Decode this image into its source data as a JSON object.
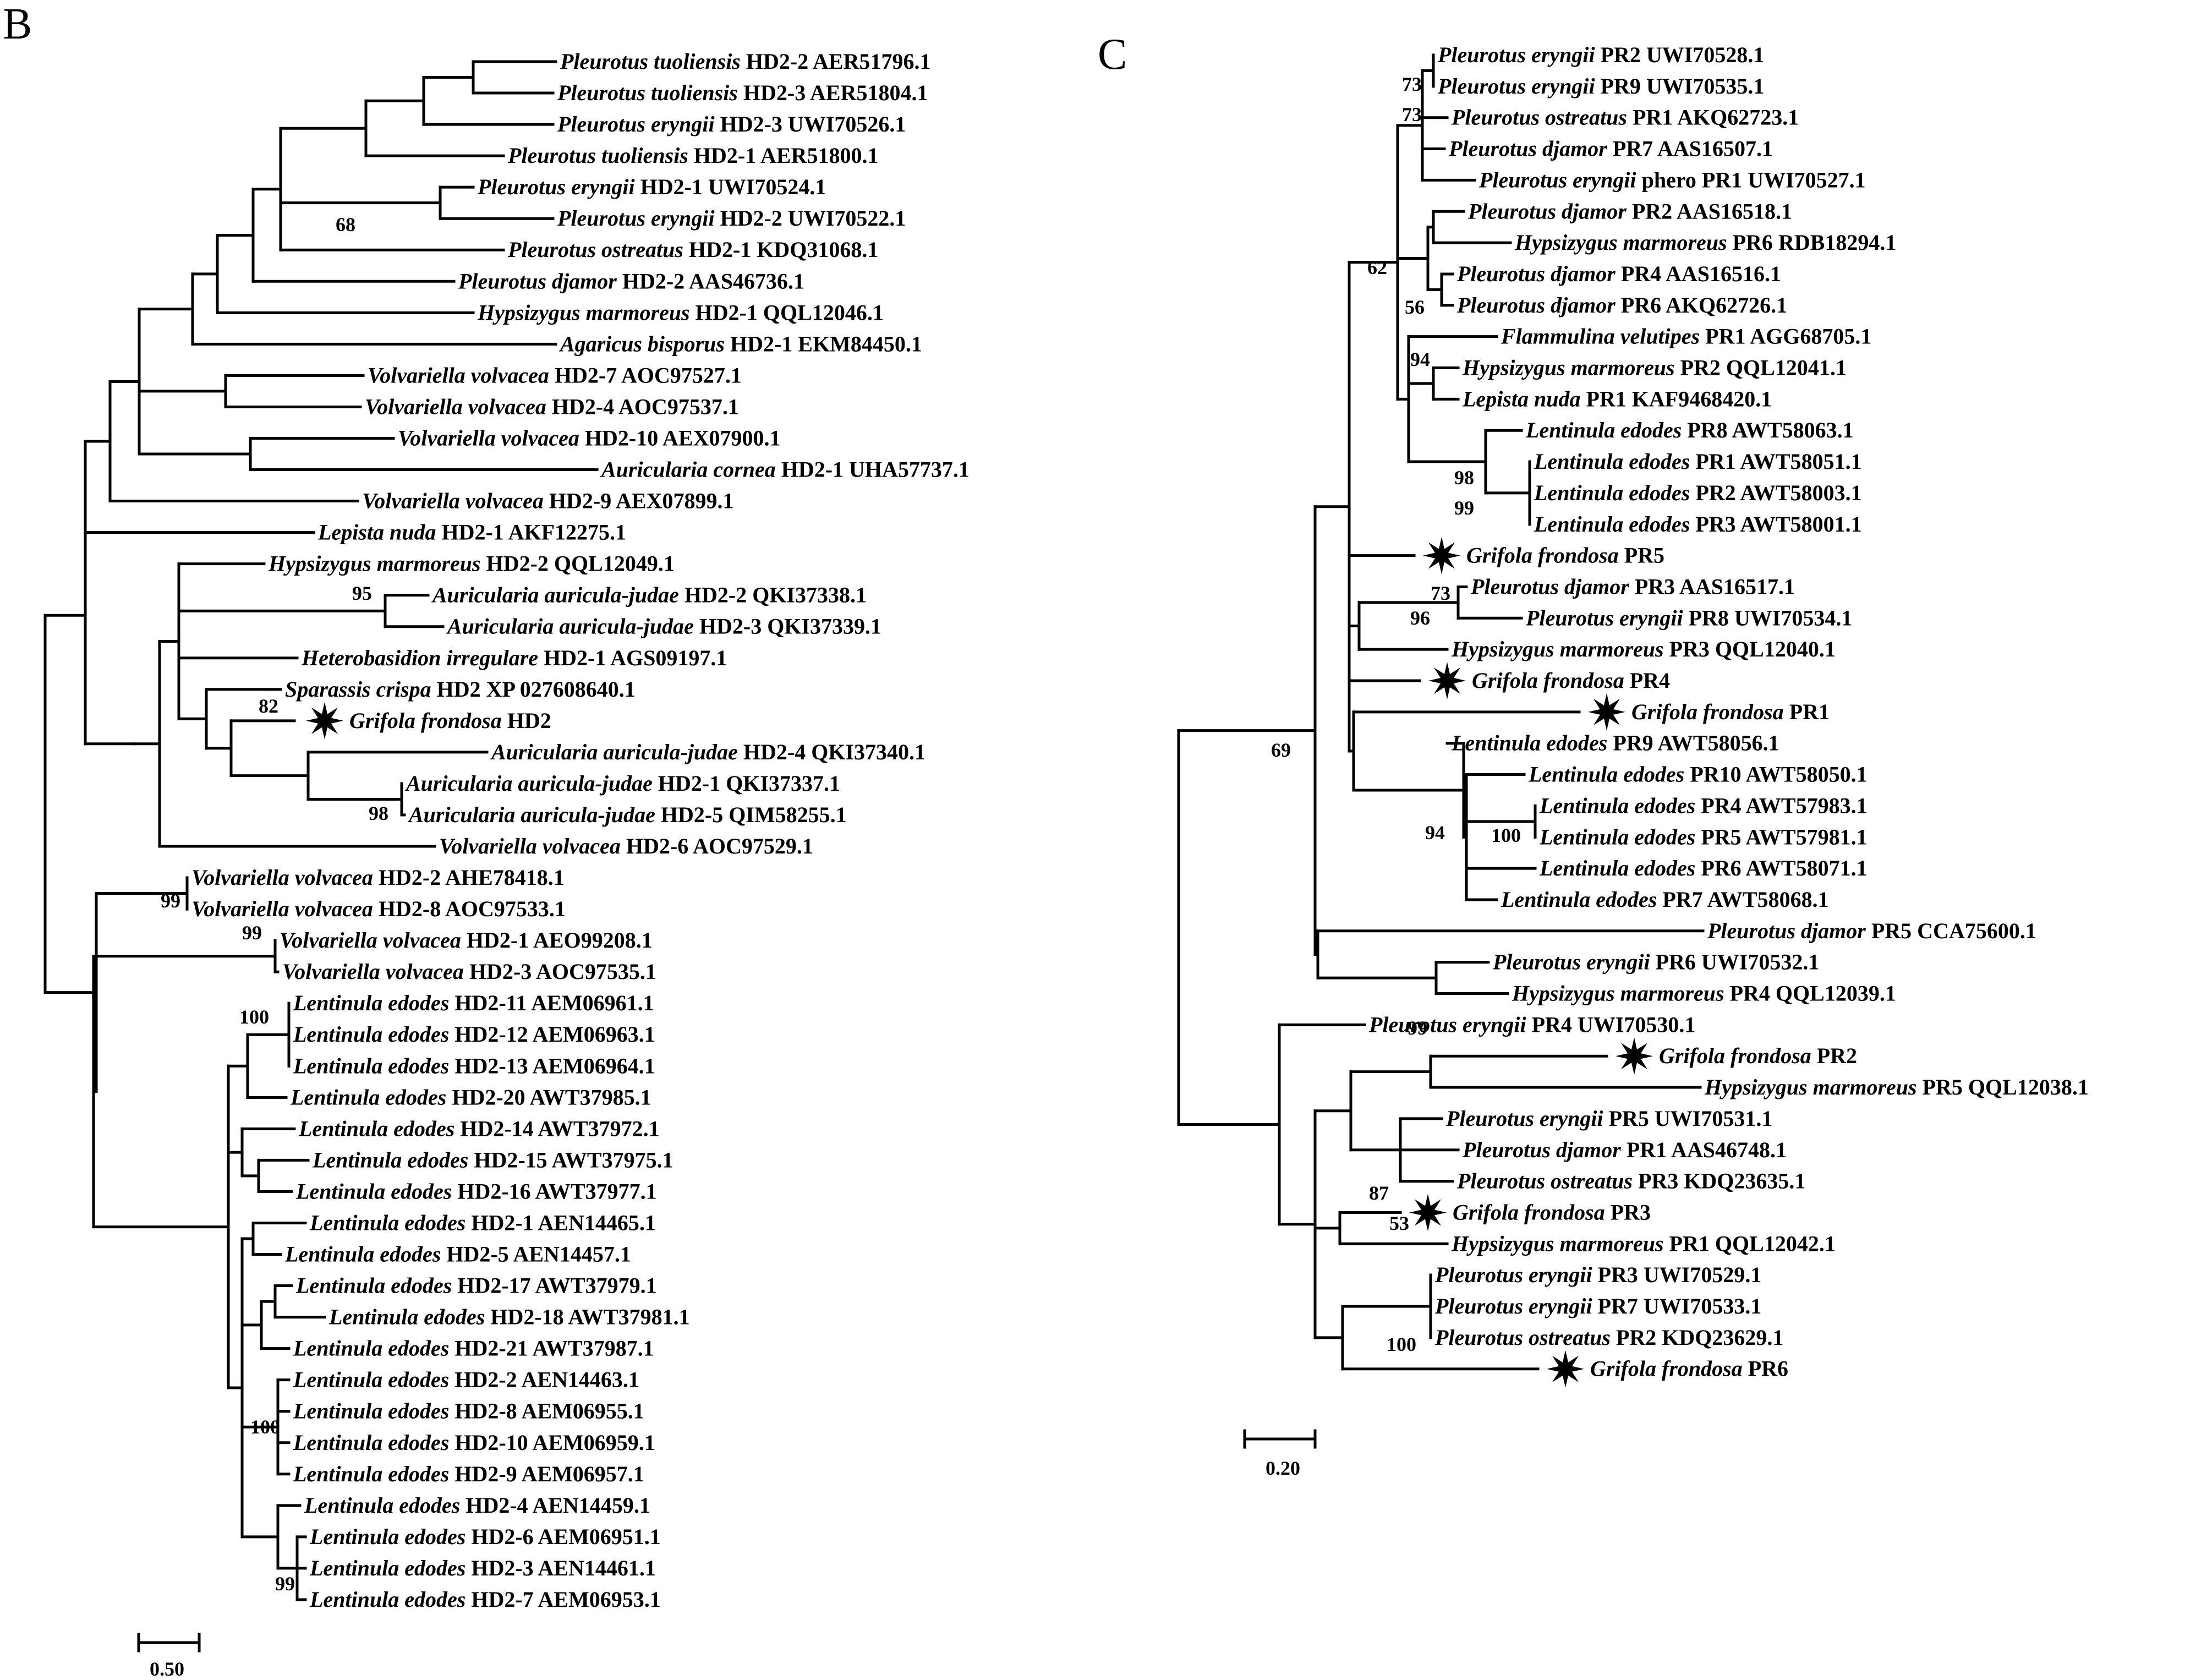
{
  "panels": [
    {
      "id": "B",
      "label": "B",
      "scale_label": "0.50",
      "tips": [
        {
          "sp": "Pleurotus tuoliensis",
          "id": "HD2-2 AER51796.1"
        },
        {
          "sp": "Pleurotus tuoliensis",
          "id": "HD2-3 AER51804.1"
        },
        {
          "sp": "Pleurotus eryngii",
          "id": "HD2-3 UWI70526.1"
        },
        {
          "sp": "Pleurotus tuoliensis",
          "id": "HD2-1 AER51800.1"
        },
        {
          "sp": "Pleurotus eryngii",
          "id": "HD2-1 UWI70524.1"
        },
        {
          "sp": "Pleurotus eryngii",
          "id": "HD2-2 UWI70522.1"
        },
        {
          "sp": "Pleurotus ostreatus",
          "id": "HD2-1 KDQ31068.1"
        },
        {
          "sp": "Pleurotus djamor",
          "id": "HD2-2 AAS46736.1"
        },
        {
          "sp": "Hypsizygus marmoreus",
          "id": "HD2-1 QQL12046.1"
        },
        {
          "sp": "Agaricus bisporus",
          "id": "HD2-1 EKM84450.1"
        },
        {
          "sp": "Volvariella volvacea",
          "id": "HD2-7 AOC97527.1"
        },
        {
          "sp": "Volvariella volvacea",
          "id": "HD2-4 AOC97537.1"
        },
        {
          "sp": "Volvariella volvacea",
          "id": "HD2-10 AEX07900.1"
        },
        {
          "sp": "Auricularia cornea",
          "id": "HD2-1 UHA57737.1"
        },
        {
          "sp": "Volvariella volvacea",
          "id": "HD2-9 AEX07899.1"
        },
        {
          "sp": "Lepista nuda",
          "id": "HD2-1 AKF12275.1"
        },
        {
          "sp": "Hypsizygus marmoreus",
          "id": "HD2-2 QQL12049.1"
        },
        {
          "sp": "Auricularia auricula-judae",
          "id": "HD2-2 QKI37338.1"
        },
        {
          "sp": "Auricularia auricula-judae",
          "id": "HD2-3 QKI37339.1"
        },
        {
          "sp": "Heterobasidion irregulare",
          "id": "HD2-1 AGS09197.1"
        },
        {
          "sp": "Sparassis crispa",
          "id": "HD2 XP 027608640.1"
        },
        {
          "sp": "Grifola frondosa",
          "id": "HD2",
          "star": true
        },
        {
          "sp": "Auricularia auricula-judae",
          "id": "HD2-4 QKI37340.1"
        },
        {
          "sp": "Auricularia auricula-judae",
          "id": "HD2-1 QKI37337.1"
        },
        {
          "sp": "Auricularia auricula-judae",
          "id": "HD2-5 QIM58255.1"
        },
        {
          "sp": "Volvariella volvacea",
          "id": "HD2-6 AOC97529.1"
        },
        {
          "sp": "Volvariella volvacea",
          "id": "HD2-2 AHE78418.1"
        },
        {
          "sp": "Volvariella volvacea",
          "id": "HD2-8 AOC97533.1"
        },
        {
          "sp": "Volvariella volvacea",
          "id": "HD2-1 AEO99208.1"
        },
        {
          "sp": "Volvariella volvacea",
          "id": "HD2-3 AOC97535.1"
        },
        {
          "sp": "Lentinula edodes",
          "id": "HD2-11 AEM06961.1"
        },
        {
          "sp": "Lentinula edodes",
          "id": "HD2-12 AEM06963.1"
        },
        {
          "sp": "Lentinula edodes",
          "id": "HD2-13 AEM06964.1"
        },
        {
          "sp": "Lentinula edodes",
          "id": "HD2-20 AWT37985.1"
        },
        {
          "sp": "Lentinula edodes",
          "id": "HD2-14 AWT37972.1"
        },
        {
          "sp": "Lentinula edodes",
          "id": "HD2-15 AWT37975.1"
        },
        {
          "sp": "Lentinula edodes",
          "id": "HD2-16 AWT37977.1"
        },
        {
          "sp": "Lentinula edodes",
          "id": "HD2-1 AEN14465.1"
        },
        {
          "sp": "Lentinula edodes",
          "id": "HD2-5 AEN14457.1"
        },
        {
          "sp": "Lentinula edodes",
          "id": "HD2-17 AWT37979.1"
        },
        {
          "sp": "Lentinula edodes",
          "id": "HD2-18 AWT37981.1"
        },
        {
          "sp": "Lentinula edodes",
          "id": "HD2-21 AWT37987.1"
        },
        {
          "sp": "Lentinula edodes",
          "id": "HD2-2 AEN14463.1"
        },
        {
          "sp": "Lentinula edodes",
          "id": "HD2-8 AEM06955.1"
        },
        {
          "sp": "Lentinula edodes",
          "id": "HD2-10 AEM06959.1"
        },
        {
          "sp": "Lentinula edodes",
          "id": "HD2-9 AEM06957.1"
        },
        {
          "sp": "Lentinula edodes",
          "id": "HD2-4 AEN14459.1"
        },
        {
          "sp": "Lentinula edodes",
          "id": "HD2-6 AEM06951.1"
        },
        {
          "sp": "Lentinula edodes",
          "id": "HD2-3 AEN14461.1"
        },
        {
          "sp": "Lentinula edodes",
          "id": "HD2-7 AEM06953.1"
        }
      ],
      "bootstrap": [
        "68",
        "95",
        "82",
        "98",
        "99",
        "99",
        "100",
        "100",
        "99"
      ]
    },
    {
      "id": "C",
      "label": "C",
      "scale_label": "0.20",
      "tips": [
        {
          "sp": "Pleurotus eryngii",
          "id": "PR2 UWI70528.1"
        },
        {
          "sp": "Pleurotus eryngii",
          "id": "PR9 UWI70535.1"
        },
        {
          "sp": "Pleurotus ostreatus",
          "id": "PR1 AKQ62723.1"
        },
        {
          "sp": "Pleurotus djamor",
          "id": "PR7 AAS16507.1"
        },
        {
          "sp": "Pleurotus eryngii",
          "id": "phero PR1 UWI70527.1"
        },
        {
          "sp": "Pleurotus djamor",
          "id": "PR2 AAS16518.1"
        },
        {
          "sp": "Hypsizygus marmoreus",
          "id": "PR6 RDB18294.1"
        },
        {
          "sp": "Pleurotus djamor",
          "id": "PR4 AAS16516.1"
        },
        {
          "sp": "Pleurotus djamor",
          "id": "PR6 AKQ62726.1"
        },
        {
          "sp": "Flammulina velutipes",
          "id": "PR1 AGG68705.1"
        },
        {
          "sp": "Hypsizygus marmoreus",
          "id": "PR2 QQL12041.1"
        },
        {
          "sp": "Lepista nuda",
          "id": "PR1 KAF9468420.1"
        },
        {
          "sp": "Lentinula edodes",
          "id": "PR8 AWT58063.1"
        },
        {
          "sp": "Lentinula edodes",
          "id": "PR1 AWT58051.1"
        },
        {
          "sp": "Lentinula edodes",
          "id": "PR2 AWT58003.1"
        },
        {
          "sp": "Lentinula edodes",
          "id": "PR3 AWT58001.1"
        },
        {
          "sp": "Grifola frondosa",
          "id": "PR5",
          "star": true
        },
        {
          "sp": "Pleurotus djamor",
          "id": "PR3 AAS16517.1"
        },
        {
          "sp": "Pleurotus eryngii",
          "id": "PR8 UWI70534.1"
        },
        {
          "sp": "Hypsizygus marmoreus",
          "id": "PR3 QQL12040.1"
        },
        {
          "sp": "Grifola frondosa",
          "id": "PR4",
          "star": true
        },
        {
          "sp": "Grifola frondosa",
          "id": "PR1",
          "star": true
        },
        {
          "sp": "Lentinula edodes",
          "id": "PR9 AWT58056.1"
        },
        {
          "sp": "Lentinula edodes",
          "id": "PR10 AWT58050.1"
        },
        {
          "sp": "Lentinula edodes",
          "id": "PR4 AWT57983.1"
        },
        {
          "sp": "Lentinula edodes",
          "id": "PR5 AWT57981.1"
        },
        {
          "sp": "Lentinula edodes",
          "id": "PR6 AWT58071.1"
        },
        {
          "sp": "Lentinula edodes",
          "id": "PR7 AWT58068.1"
        },
        {
          "sp": "Pleurotus djamor",
          "id": "PR5 CCA75600.1"
        },
        {
          "sp": "Pleurotus eryngii",
          "id": "PR6 UWI70532.1"
        },
        {
          "sp": "Hypsizygus marmoreus",
          "id": "PR4 QQL12039.1"
        },
        {
          "sp": "Pleurotus eryngii",
          "id": "PR4 UWI70530.1"
        },
        {
          "sp": "Grifola frondosa",
          "id": "PR2",
          "star": true
        },
        {
          "sp": "Hypsizygus marmoreus",
          "id": "PR5 QQL12038.1"
        },
        {
          "sp": "Pleurotus eryngii",
          "id": "PR5 UWI70531.1"
        },
        {
          "sp": "Pleurotus djamor",
          "id": "PR1 AAS46748.1"
        },
        {
          "sp": "Pleurotus ostreatus",
          "id": "PR3 KDQ23635.1"
        },
        {
          "sp": "Grifola frondosa",
          "id": "PR3",
          "star": true
        },
        {
          "sp": "Hypsizygus marmoreus",
          "id": "PR1 QQL12042.1"
        },
        {
          "sp": "Pleurotus eryngii",
          "id": "PR3 UWI70529.1"
        },
        {
          "sp": "Pleurotus eryngii",
          "id": "PR7 UWI70533.1"
        },
        {
          "sp": "Pleurotus ostreatus",
          "id": "PR2 KDQ23629.1"
        },
        {
          "sp": "Grifola frondosa",
          "id": "PR6",
          "star": true
        }
      ],
      "bootstrap": [
        "73",
        "73",
        "62",
        "56",
        "94",
        "98",
        "99",
        "73",
        "96",
        "69",
        "94",
        "100",
        "99",
        "87",
        "53",
        "100"
      ]
    }
  ]
}
